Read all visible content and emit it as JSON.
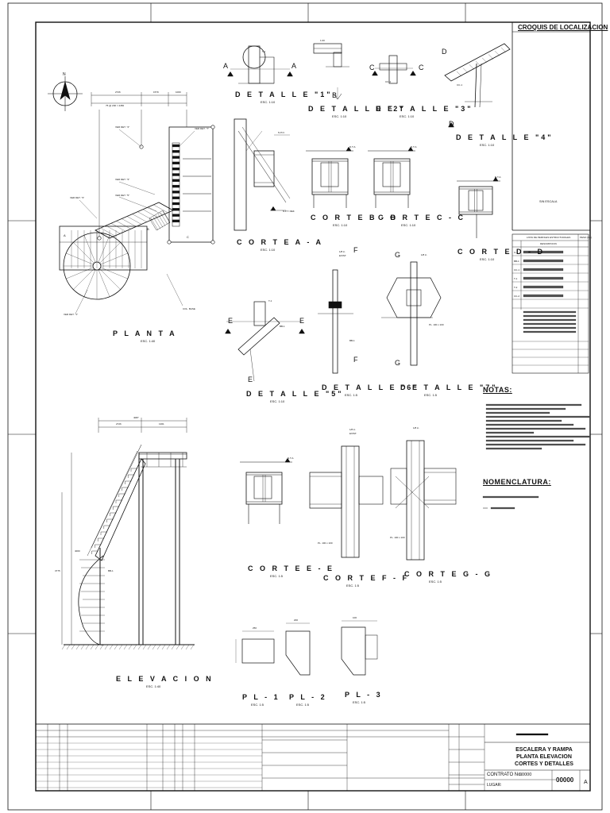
{
  "sheet": {
    "localization_title": "CROQUIS DE LOCALIZACION",
    "localization_caption": "SIN ESCALA"
  },
  "views": {
    "planta": {
      "title": "P L A N T A",
      "scale": "ESC. 1:40"
    },
    "elevacion": {
      "title": "E L E V A C I O N",
      "scale": "ESC. 1:40"
    },
    "detalle1": {
      "title": "D E T A L L E \"1\"",
      "scale": "ESC. 1:10"
    },
    "detalle2": {
      "title": "D E T A L L E \"2\"",
      "scale": "ESC. 1:10"
    },
    "detalle3": {
      "title": "D E T A L L E \"3\"",
      "scale": "ESC. 1:10"
    },
    "detalle4": {
      "title": "D E T A L L E \"4\"",
      "scale": "ESC. 1:10"
    },
    "detalle5": {
      "title": "D E T A L L E \"5\"",
      "scale": "ESC. 1:10"
    },
    "detalle6": {
      "title": "D E T A L L E \"6\"",
      "scale": "ESC. 1:5"
    },
    "detalle7": {
      "title": "D E T A L L E \"7\"",
      "scale": "ESC. 1:5"
    },
    "corte_aa": {
      "title": "C O R T E  A - A",
      "scale": "ESC. 1:10"
    },
    "corte_bb": {
      "title": "C O R T E  B - B",
      "scale": "ESC. 1:10"
    },
    "corte_cc": {
      "title": "C O R T E  C - C",
      "scale": "ESC. 1:10"
    },
    "corte_dd": {
      "title": "C O R T E  D - D",
      "scale": "ESC. 1:10"
    },
    "corte_ee": {
      "title": "C O R T E  E - E",
      "scale": "ESC. 1:5"
    },
    "corte_ff": {
      "title": "C O R T E  F - F",
      "scale": "ESC. 1:5"
    },
    "corte_gg": {
      "title": "C O R T E  G - G",
      "scale": "ESC. 1:5"
    },
    "pl1": {
      "title": "P L - 1",
      "scale": "ESC. 1:5"
    },
    "pl2": {
      "title": "P L - 2",
      "scale": "ESC. 1:5"
    },
    "pl3": {
      "title": "P L - 3",
      "scale": "ESC. 1:5"
    }
  },
  "section_marks": {
    "a": "A",
    "b": "B",
    "c": "C",
    "d": "D",
    "e": "E",
    "f": "F",
    "g": "G"
  },
  "notas": {
    "heading": "NOTAS:"
  },
  "nomenclatura": {
    "heading": "NOMENCLATURA:"
  },
  "title_block": {
    "project_lines": [
      "ESCALERA Y RAMPA",
      "PLANTA ELEVACION",
      "CORTES Y DETALLES"
    ],
    "contract_label": "CONTRATO No.",
    "contract_number": "00000",
    "lugar_label": "LUGAR:",
    "sheet_number": "00000",
    "revision": "A"
  }
}
